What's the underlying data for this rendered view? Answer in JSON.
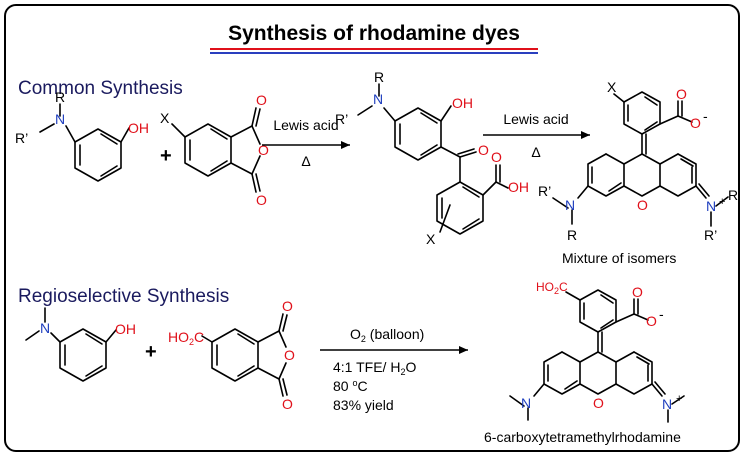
{
  "title": "Synthesis of  rhodamine dyes",
  "colors": {
    "title_underline_red": "#e0101a",
    "title_underline_blue": "#2a3fbf",
    "nitrogen": "#1f3fbf",
    "oxygen": "#e0101a",
    "heading": "#1a1a5e"
  },
  "common": {
    "heading": "Common Synthesis",
    "plus": "+",
    "step1": {
      "reagent": "Lewis acid",
      "condition": "Δ"
    },
    "step2": {
      "reagent": "Lewis acid",
      "condition": "Δ"
    },
    "product_caption": "Mixture of isomers",
    "atoms": {
      "R": "R",
      "R_prime": "R’",
      "N": "N",
      "O": "O",
      "OH": "OH",
      "X": "X",
      "H": "H",
      "plus_charge": "+",
      "minus_charge": "-"
    }
  },
  "regio": {
    "heading": "Regioselective Synthesis",
    "plus": "+",
    "conditions": {
      "oxidant": "O",
      "oxidant_sub": "2",
      "oxidant_note": " (balloon)",
      "solvent_pre": "4:1 TFE/ H",
      "solvent_sub": "2",
      "solvent_post": "O",
      "temp_value": "80 ",
      "temp_degree": "o",
      "temp_unit": "C",
      "yield": "83% yield"
    },
    "reagent_label": "HO",
    "reagent_sub": "2",
    "reagent_post": "C",
    "product_name": "6-carboxytetramethylrhodamine"
  }
}
